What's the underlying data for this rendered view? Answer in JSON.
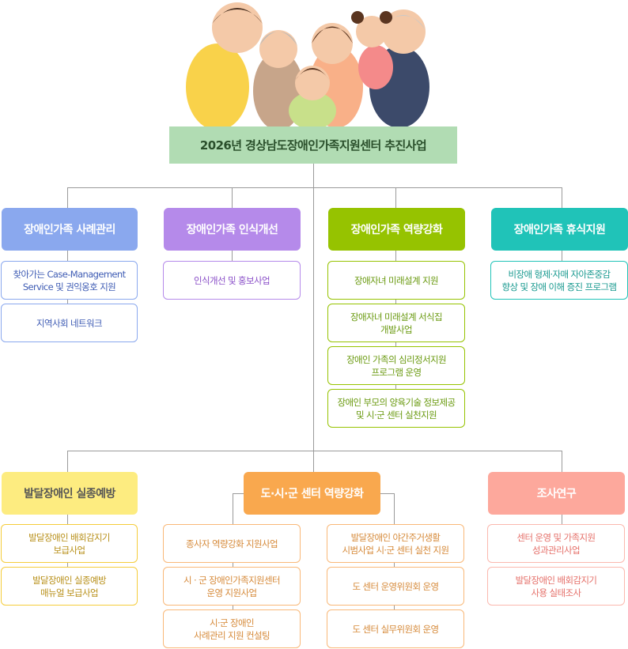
{
  "title": "2026년 경상남도장애인가족지원센터 추진사업",
  "colors": {
    "blue": "#8aa8ee",
    "purple": "#b58aea",
    "green": "#96c300",
    "teal": "#20c3b8",
    "yellow": "#fdec80",
    "orange": "#f9a84e",
    "pink": "#fda89c"
  },
  "row1": [
    {
      "label": "장애인가족 사례관리",
      "items": [
        "찾아가는 Case-Management\nService 및 권익옹호 지원",
        "지역사회 네트워크"
      ]
    },
    {
      "label": "장애인가족 인식개선",
      "items": [
        "인식개선 및 홍보사업"
      ]
    },
    {
      "label": "장애인가족 역량강화",
      "items": [
        "장애자녀 미래설계 지원",
        "장애자녀 미래설계 서식집\n개발사업",
        "장애인 가족의 심리정서지원\n프로그램 운영",
        "장애인 부모의 양육기술 정보제공\n및 시·군 센터 실천지원"
      ]
    },
    {
      "label": "장애인가족 휴식지원",
      "items": [
        "비장애 형제·자매 자아존중감\n향상 및 장애 이해 증진 프로그램"
      ]
    }
  ],
  "row2": [
    {
      "label": "발달장애인 실종예방",
      "items": [
        "발달장애인 배회감지기\n보급사업",
        "발달장애인 실종예방\n매뉴얼 보급사업"
      ]
    },
    {
      "label": "도·시·군 센터 역량강화",
      "items_left": [
        "종사자 역량강화 지원사업",
        "시 · 군 장애인가족지원센터\n운영 지원사업",
        "시·군 장애인\n사례관리 지원 컨설팅"
      ],
      "items_right": [
        "발달장애인 야간주거생활\n시범사업 시·군 센터 실천 지원",
        "도 센터 운영위원회 운영",
        "도 센터 실무위원회 운영"
      ]
    },
    {
      "label": "조사연구",
      "items": [
        "센터 운영 및 가족지원\n성과관리사업",
        "발달장애인 배회감지기\n사용 실태조사"
      ]
    }
  ]
}
